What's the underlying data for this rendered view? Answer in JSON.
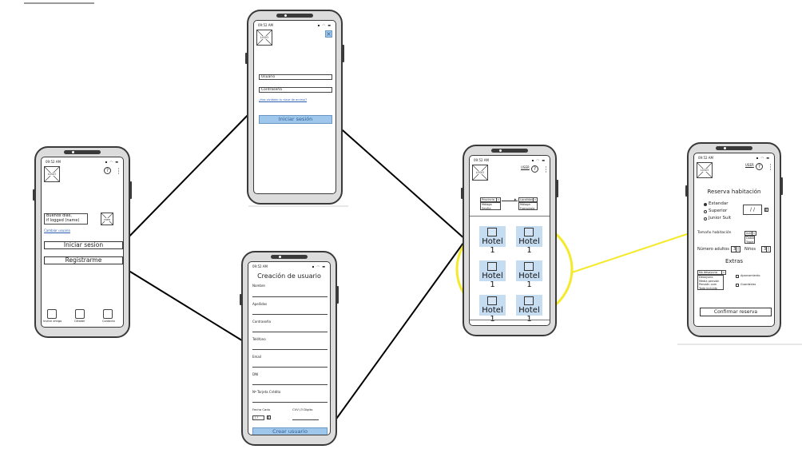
{
  "status_bar": {
    "time": "09:52 AM",
    "icons": "signal wifi battery"
  },
  "logo_text": "LOGO",
  "user_text": "USER",
  "help_symbol": "?",
  "menu_symbol": "⋮",
  "home": {
    "greeting_line1": "Buenos días,",
    "greeting_line2": "if logged (name)",
    "change_user_link": "Cambiar usuario",
    "login_button": "Iniciar sesion",
    "register_button": "Registrarme",
    "bottom_icons": [
      "Invitar amigo",
      "Cíkbder",
      "Contacto"
    ]
  },
  "login": {
    "close_symbol": "×",
    "username_value": "Usuario",
    "password_value": "Contraseña",
    "forgot_link": "¿Has olvidado tu clave de acceso?",
    "submit_button": "Iniciar sesión"
  },
  "signup": {
    "title": "Creación de usuario",
    "fields": [
      "Nombre",
      "Apellidos",
      "Contraseña",
      "Teléfono",
      "Email",
      "DNI",
      "Nº Tarjeta Crédito"
    ],
    "expiry_label": "Fecha Cadu",
    "cvv_label": "CVV (3 Dígito",
    "date_value": "/ /",
    "submit_button": "Crear usuario"
  },
  "hotels": {
    "province_select": "Provincia",
    "province_options": [
      "Málaga",
      "Sevilla"
    ],
    "locality_select": "Localidad",
    "locality_options": [
      "Málaga",
      "Fuengirola"
    ],
    "tiles": [
      "Hotel 1",
      "Hotel 1",
      "Hotel 1",
      "Hotel 1",
      "Hotel 1",
      "Hotel 1"
    ]
  },
  "booking": {
    "title": "Reserva habitación",
    "room_types": [
      "Estandar",
      "Superior",
      "Junior Suit"
    ],
    "date_value": "/ /",
    "size_label": "Tamaño habitación",
    "size_select": "Indiv",
    "size_options": [
      "Doble",
      "Triple"
    ],
    "adults_label": "Número adultos",
    "adults_value": "3",
    "children_label": "Niños",
    "children_value": "3",
    "extras_title": "Extras",
    "meal_select": "No desayuno",
    "meal_options": [
      "Desayuno",
      "Media pensión",
      "Pensión com",
      "Todo incluido"
    ],
    "extra_checks": [
      "Aparcamiento",
      "Guarderías"
    ],
    "confirm_button": "Confirmar reserva"
  },
  "colors": {
    "highlight_yellow": "#f4ea2a",
    "tile_blue": "#c6dcf1",
    "button_blue": "#9fc7ec",
    "link_blue": "#2a5db0"
  }
}
